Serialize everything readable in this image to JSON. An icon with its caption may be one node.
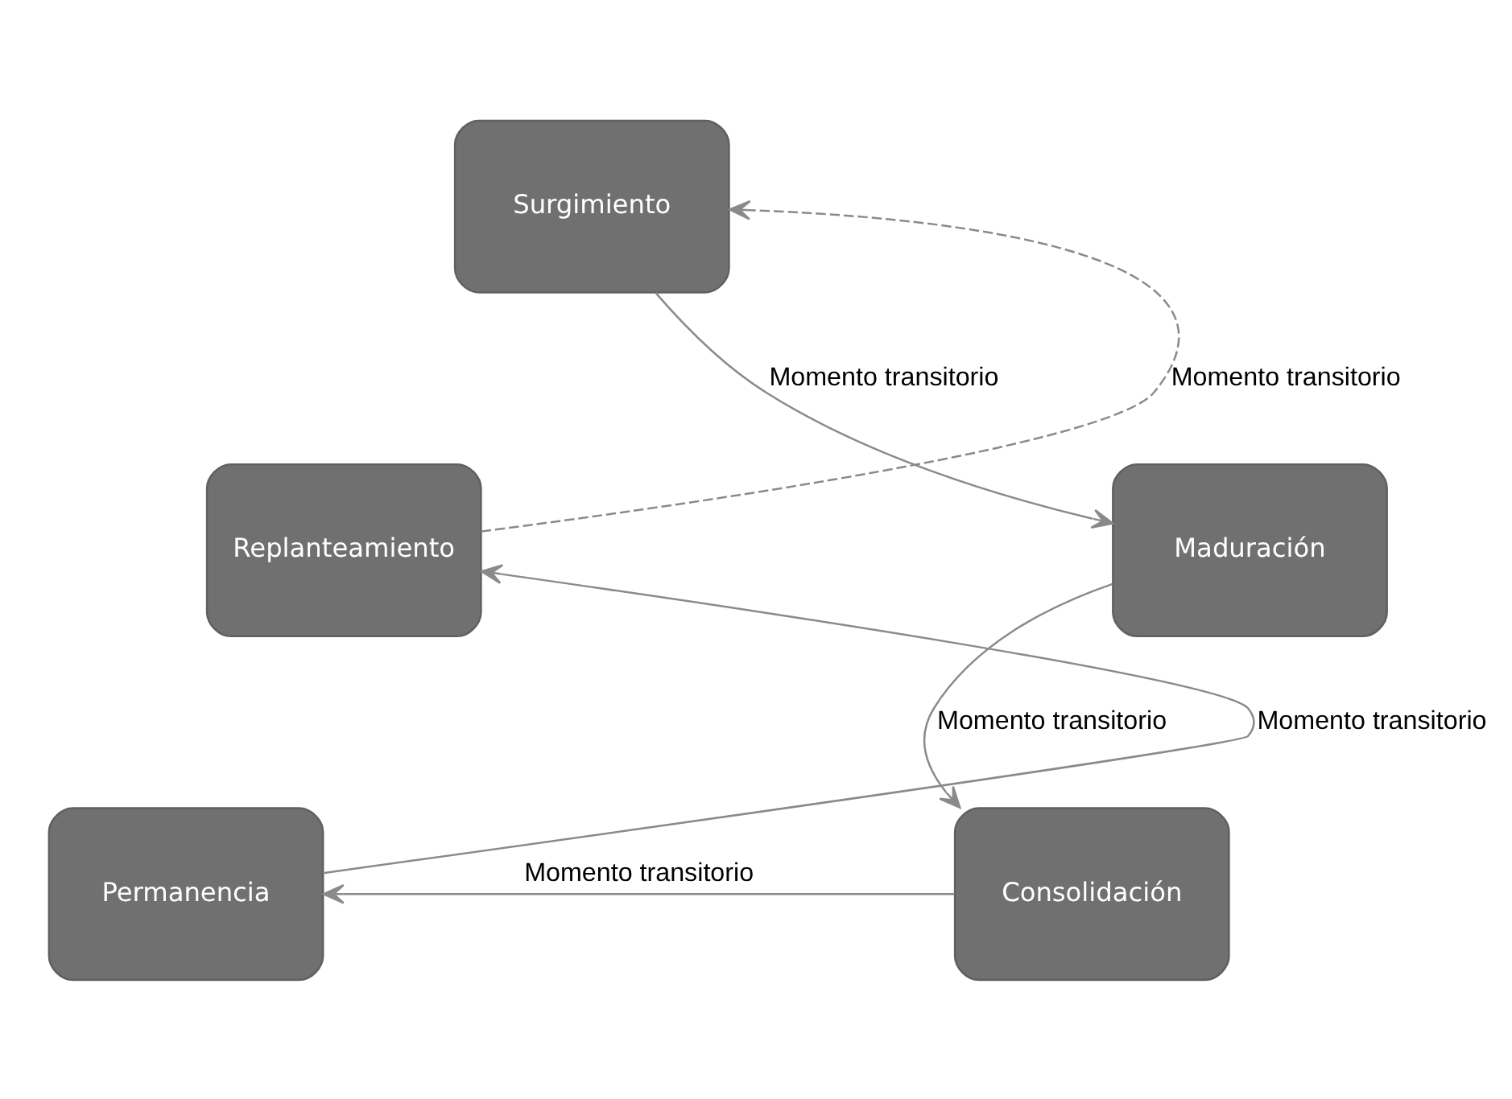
{
  "diagram": {
    "nodes": [
      {
        "text": [
          "Surgimiento"
        ]
      },
      {
        "text": [
          "Maduración"
        ]
      },
      {
        "text": [
          "Consolidación"
        ]
      },
      {
        "text": [
          "Permanencia"
        ]
      },
      {
        "text": [
          "Replanteamiento"
        ]
      }
    ],
    "edges": [
      {
        "from": 0,
        "to": 1,
        "arrow": "to",
        "label": "Momento transitorio"
      },
      {
        "from": 1,
        "to": 2,
        "arrow": "to",
        "label": "Momento transitorio"
      },
      {
        "from": 2,
        "to": 3,
        "arrow": "to",
        "label": "Momento transitorio"
      },
      {
        "from": 3,
        "to": 4,
        "arrow": "to",
        "label": "Momento transitorio"
      },
      {
        "from": 4,
        "to": 0,
        "arrow": "to",
        "label": "Momento transitorio",
        "style": "dashed"
      }
    ]
  }
}
